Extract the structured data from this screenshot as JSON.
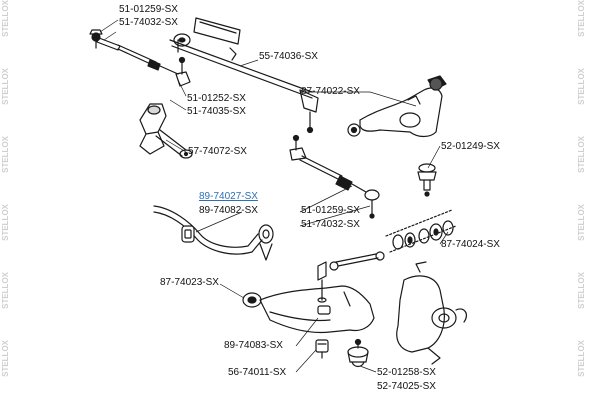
{
  "watermark": "STELLOX",
  "labels": [
    {
      "id": "l1",
      "text": "51-01259-SX"
    },
    {
      "id": "l2",
      "text": "51-74032-SX"
    },
    {
      "id": "l3",
      "text": "55-74036-SX"
    },
    {
      "id": "l4",
      "text": "87-74022-SX"
    },
    {
      "id": "l5",
      "text": "51-01252-SX"
    },
    {
      "id": "l6",
      "text": "51-74035-SX"
    },
    {
      "id": "l7",
      "text": "57-74072-SX"
    },
    {
      "id": "l8",
      "text": "52-01249-SX"
    },
    {
      "id": "l9",
      "text": "89-74027-SX"
    },
    {
      "id": "l10",
      "text": "89-74082-SX"
    },
    {
      "id": "l11",
      "text": "51-01259-SX"
    },
    {
      "id": "l12",
      "text": "51-74032-SX"
    },
    {
      "id": "l13",
      "text": "87-74024-SX"
    },
    {
      "id": "l14",
      "text": "87-74023-SX"
    },
    {
      "id": "l15",
      "text": "89-74083-SX"
    },
    {
      "id": "l16",
      "text": "56-74011-SX"
    },
    {
      "id": "l17",
      "text": "52-01258-SX"
    },
    {
      "id": "l18",
      "text": "52-74025-SX"
    }
  ]
}
